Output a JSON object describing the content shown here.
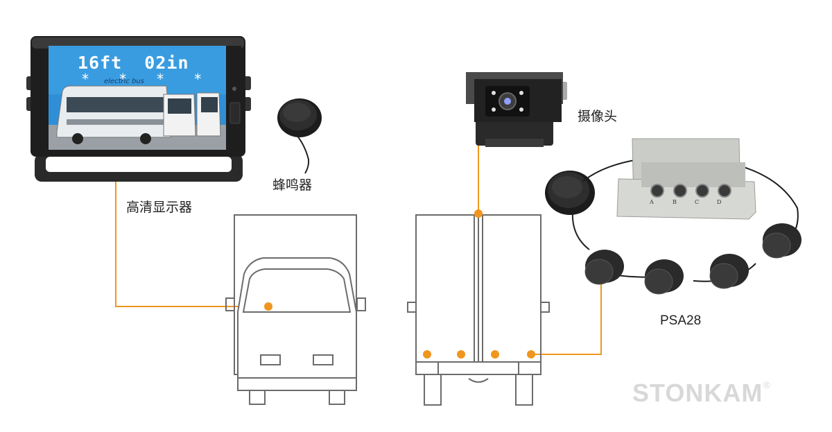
{
  "labels": {
    "monitor": "高清显示器",
    "buzzer": "蜂鸣器",
    "camera": "摄像头",
    "model": "PSA28"
  },
  "monitor_screen": {
    "distance": "16ft  02in",
    "stars": "* * * *",
    "bus_text": "electric bus"
  },
  "control_box": {
    "ports": [
      "A",
      "B",
      "C",
      "D"
    ]
  },
  "brand": {
    "name": "STONKAM",
    "mark": "®"
  },
  "colors": {
    "wire": "#f0961e",
    "truck_outline": "#6b6b6b",
    "brand": "#d8d8d8",
    "sky": "#2f8fd6",
    "device_dark": "#222222"
  }
}
